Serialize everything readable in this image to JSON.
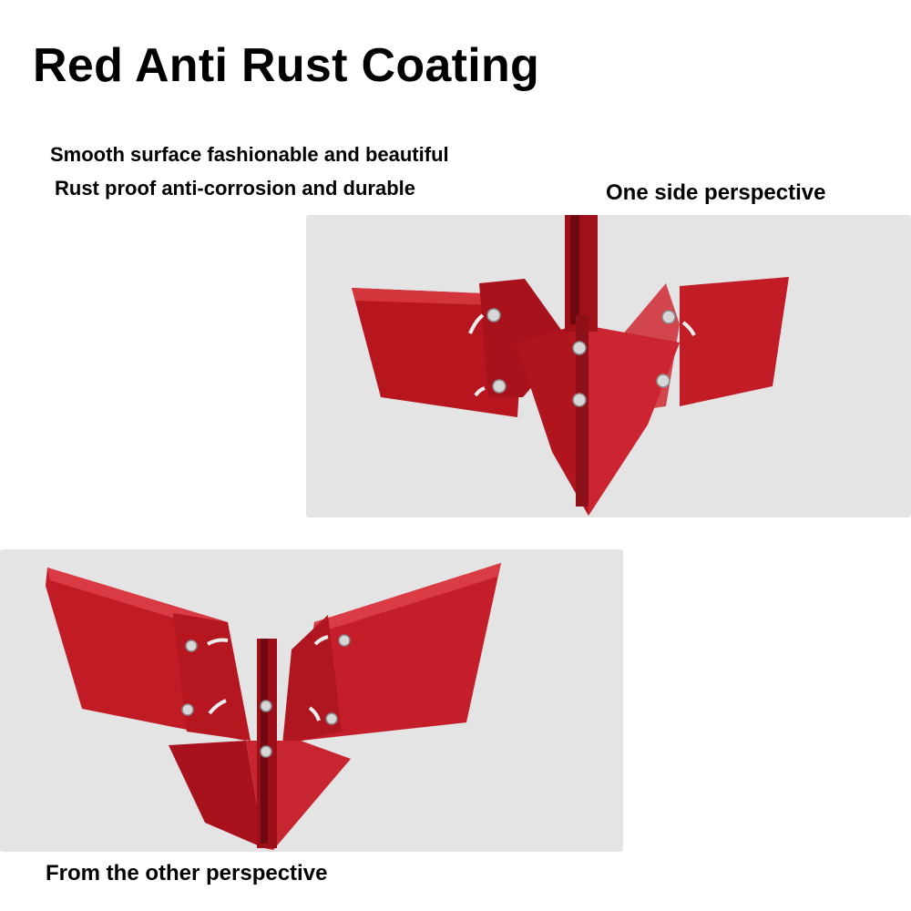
{
  "heading": "Red Anti Rust Coating",
  "features": [
    "Smooth surface fashionable and beautiful",
    "Rust proof anti-corrosion and durable"
  ],
  "photos": {
    "side": {
      "caption": "One side perspective"
    },
    "other": {
      "caption": "From the other perspective"
    }
  },
  "colors": {
    "product_red": "#c41e2a",
    "product_dark_red": "#8e1018",
    "photo_background": "#e4e4e4"
  }
}
